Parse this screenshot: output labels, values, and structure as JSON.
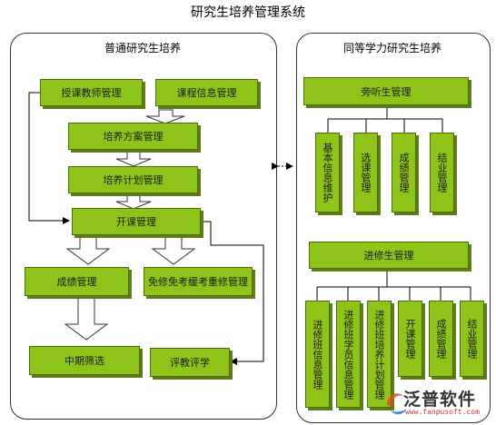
{
  "title": "研究生培养管理系统",
  "left": {
    "title": "普通研究生培养",
    "boxes": {
      "teacher": "授课教师管理",
      "course_info": "课程信息管理",
      "plan_scheme": "培养方案管理",
      "plan_schedule": "培养计划管理",
      "open_course": "开课管理",
      "grades": "成绩管理",
      "exemption": "免修免考缓考重修管理",
      "midterm": "中期筛选",
      "evaluation": "评教评学"
    }
  },
  "right": {
    "title": "同等学力研究生培养",
    "auditor": "旁听生管理",
    "auditor_children": [
      "基本信息维护",
      "选课管理",
      "成绩管理",
      "结业管理"
    ],
    "advanced": "进修生管理",
    "advanced_children": [
      "进修班信息管理",
      "进修班学员信息管理",
      "进修班培养计划管理",
      "开课管理",
      "成绩管理",
      "结业管理"
    ]
  },
  "watermark": {
    "brand": "泛普软件",
    "url": "www.fanpusoft.com"
  }
}
